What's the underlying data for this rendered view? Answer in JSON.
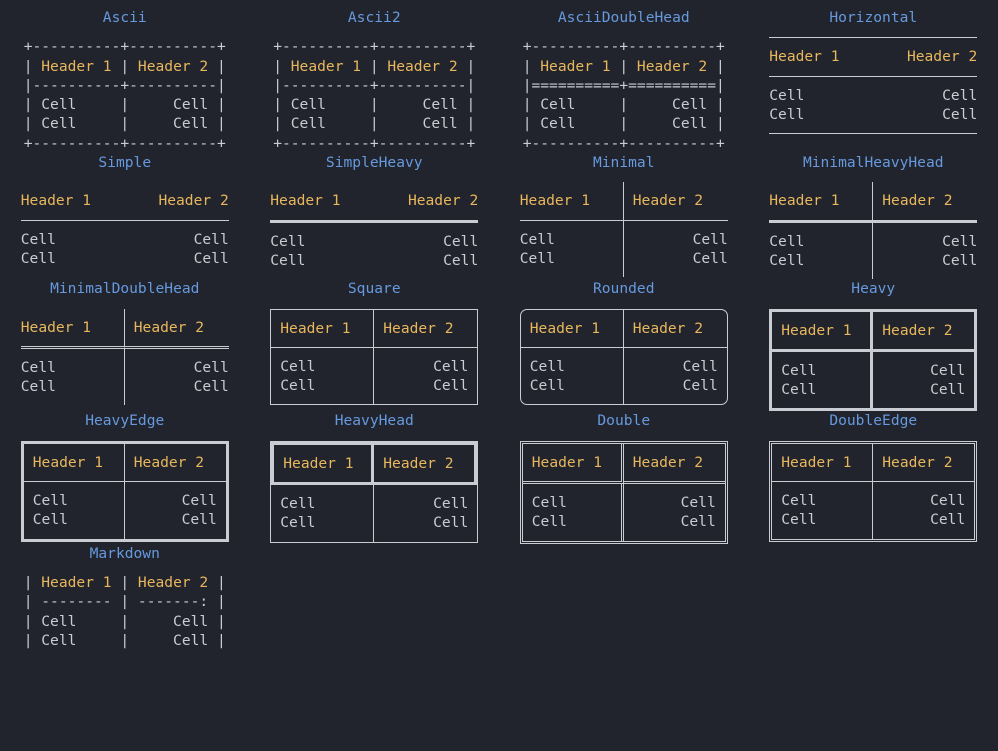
{
  "theme": {
    "background": "#21242d",
    "title_color": "#6699dd",
    "header_color": "#e8b75d",
    "cell_color": "#c9ccd3",
    "border_color": "#c9ccd3"
  },
  "labels": {
    "header1": "Header 1",
    "header2": "Header 2",
    "cell": "Cell"
  },
  "boxes": [
    {
      "name": "Ascii",
      "kind": "ascii",
      "lines": [
        "+----------+----------+",
        "| Header 1 | Header 2 |",
        "|----------+----------|",
        "| Cell     |     Cell |",
        "| Cell     |     Cell |",
        "+----------+----------+"
      ]
    },
    {
      "name": "Ascii2",
      "kind": "ascii",
      "lines": [
        "+----------+----------+",
        "| Header 1 | Header 2 |",
        "|----------+----------|",
        "| Cell     |     Cell |",
        "| Cell     |     Cell |",
        "+----------+----------+"
      ]
    },
    {
      "name": "AsciiDoubleHead",
      "kind": "ascii",
      "lines": [
        "+----------+----------+",
        "| Header 1 | Header 2 |",
        "|==========+==========|",
        "| Cell     |     Cell |",
        "| Cell     |     Cell |",
        "+----------+----------+"
      ]
    },
    {
      "name": "Horizontal",
      "kind": "box",
      "style": "t-horizontal"
    },
    {
      "name": "Simple",
      "kind": "box",
      "style": "t-simple"
    },
    {
      "name": "SimpleHeavy",
      "kind": "box",
      "style": "t-simpleheavy"
    },
    {
      "name": "Minimal",
      "kind": "box",
      "style": "t-minimal"
    },
    {
      "name": "MinimalHeavyHead",
      "kind": "box",
      "style": "t-minimalheavyhead"
    },
    {
      "name": "MinimalDoubleHead",
      "kind": "box",
      "style": "t-minimaldoublehead"
    },
    {
      "name": "Square",
      "kind": "box",
      "style": "t-square"
    },
    {
      "name": "Rounded",
      "kind": "box",
      "style": "t-rounded"
    },
    {
      "name": "Heavy",
      "kind": "box",
      "style": "t-heavy"
    },
    {
      "name": "HeavyEdge",
      "kind": "box",
      "style": "t-heavyedge"
    },
    {
      "name": "HeavyHead",
      "kind": "box",
      "style": "t-heavyhead"
    },
    {
      "name": "Double",
      "kind": "box",
      "style": "t-double"
    },
    {
      "name": "DoubleEdge",
      "kind": "box",
      "style": "t-doubleedge"
    },
    {
      "name": "Markdown",
      "kind": "ascii",
      "lines": [
        "| Header 1 | Header 2 |",
        "| -------- | -------: |",
        "| Cell     |     Cell |",
        "| Cell     |     Cell |"
      ]
    }
  ]
}
